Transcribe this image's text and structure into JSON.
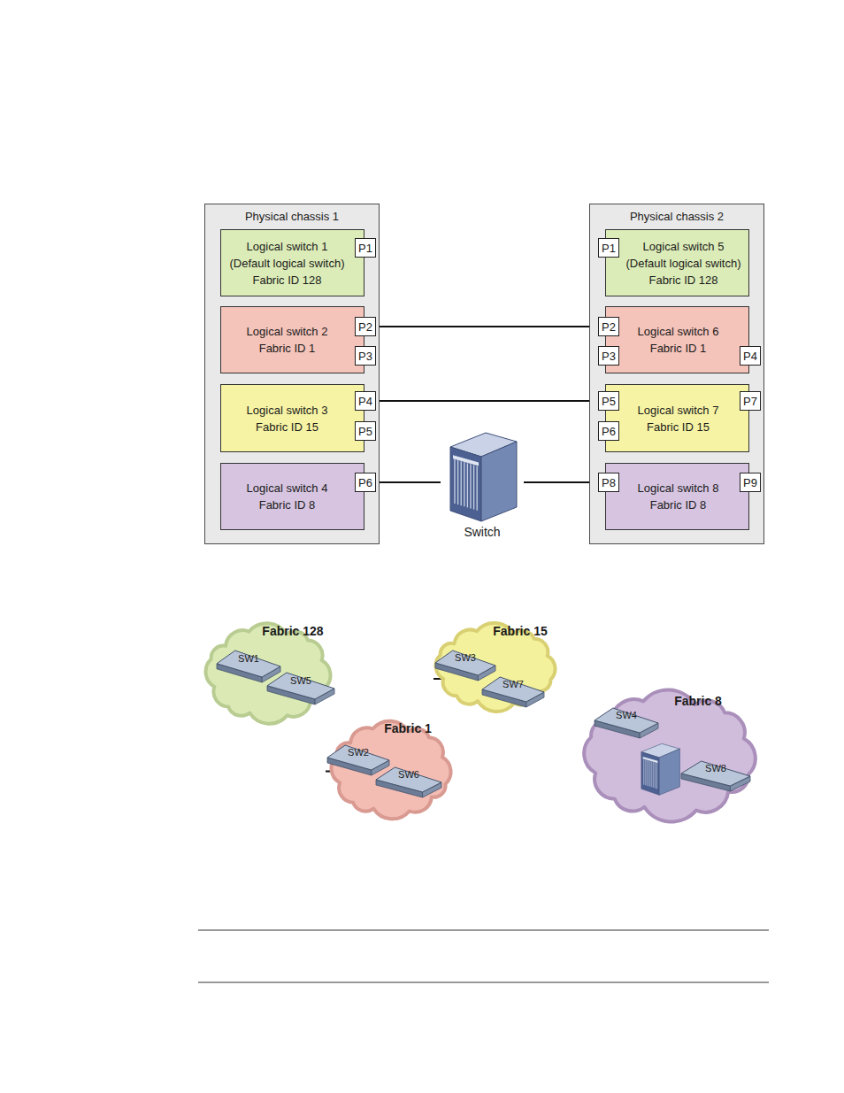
{
  "diagram": {
    "nodes": [
      {
        "text": [
          "Physical chassis 1"
        ]
      },
      {
        "text": [
          "Logical switch 1",
          "(Default logical switch)",
          "Fabric ID 128"
        ],
        "in": 0
      },
      {
        "text": [
          "P1"
        ],
        "in": 1
      },
      {
        "text": [
          "Logical switch 2",
          "Fabric ID 1"
        ],
        "in": 0
      },
      {
        "text": [
          "P2"
        ],
        "in": 3
      },
      {
        "text": [
          "P3"
        ],
        "in": 3
      },
      {
        "text": [
          "Logical switch 3",
          "Fabric ID 15"
        ],
        "in": 0
      },
      {
        "text": [
          "P4"
        ],
        "in": 6
      },
      {
        "text": [
          "P5"
        ],
        "in": 6
      },
      {
        "text": [
          "Logical switch 4",
          "Fabric ID 8"
        ],
        "in": 0
      },
      {
        "text": [
          "P6"
        ],
        "in": 9
      },
      {
        "text": [
          "Physical chassis 2"
        ]
      },
      {
        "text": [
          "Logical switch 5",
          "(Default logical switch)",
          "Fabric ID 128"
        ],
        "in": 11
      },
      {
        "text": [
          "P1"
        ],
        "in": 12
      },
      {
        "text": [
          "Logical switch 6",
          "Fabric ID 1"
        ],
        "in": 11
      },
      {
        "text": [
          "P2"
        ],
        "in": 14
      },
      {
        "text": [
          "P3"
        ],
        "in": 14
      },
      {
        "text": [
          "P4"
        ],
        "in": 14
      },
      {
        "text": [
          "Logical switch 7",
          "Fabric ID 15"
        ],
        "in": 11
      },
      {
        "text": [
          "P5"
        ],
        "in": 18
      },
      {
        "text": [
          "P6"
        ],
        "in": 18
      },
      {
        "text": [
          "P7"
        ],
        "in": 18
      },
      {
        "text": [
          "Logical switch 8",
          "Fabric ID 8"
        ],
        "in": 11
      },
      {
        "text": [
          "P8"
        ],
        "in": 22
      },
      {
        "text": [
          "P9"
        ],
        "in": 22
      },
      {
        "text": [
          "Switch"
        ]
      },
      {
        "text": [
          "Fabric 128"
        ]
      },
      {
        "text": [
          "SW1"
        ],
        "in": 26
      },
      {
        "text": [
          "SW5"
        ],
        "in": 26
      },
      {
        "text": [
          "Fabric 15"
        ]
      },
      {
        "text": [
          "SW3"
        ],
        "in": 29
      },
      {
        "text": [
          "SW7"
        ],
        "in": 29
      },
      {
        "text": [
          "Fabric 1"
        ]
      },
      {
        "text": [
          "SW2"
        ],
        "in": 32
      },
      {
        "text": [
          "SW6"
        ],
        "in": 32
      },
      {
        "text": [
          "Fabric 8"
        ]
      },
      {
        "text": [
          "SW4"
        ],
        "in": 35
      },
      {
        "text": [
          "SW8"
        ],
        "in": 35
      }
    ],
    "edges": [
      {
        "from": 4,
        "to": 15,
        "arrow": "none"
      },
      {
        "from": 7,
        "to": 19,
        "arrow": "none"
      },
      {
        "from": 10,
        "to": 25,
        "arrow": "none"
      },
      {
        "from": 25,
        "to": 23,
        "arrow": "none"
      },
      {
        "from": 33,
        "to": 34,
        "arrow": "none"
      },
      {
        "from": 30,
        "to": 31,
        "arrow": "none"
      }
    ]
  }
}
